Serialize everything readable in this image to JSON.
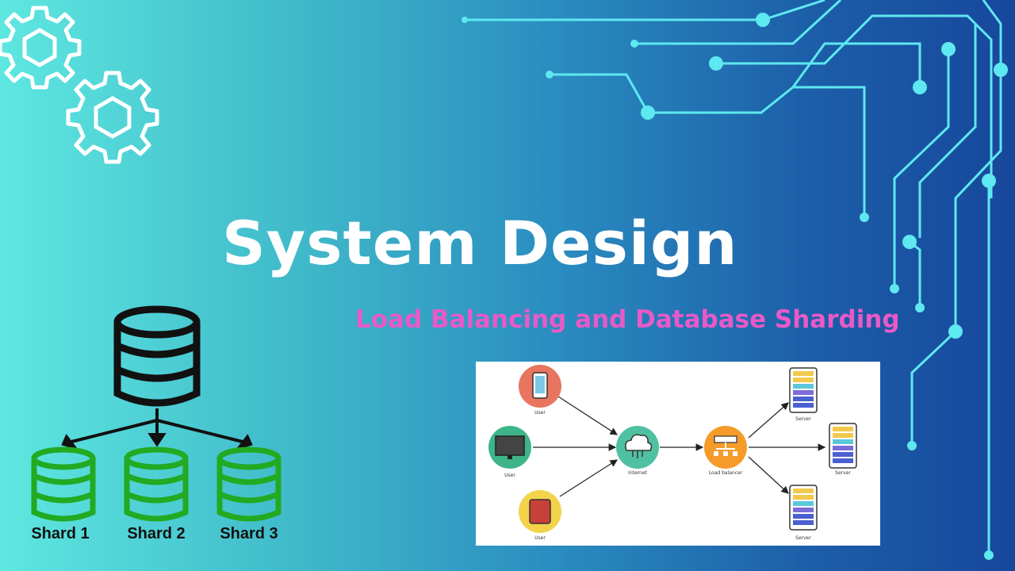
{
  "title": "System Design",
  "subtitle": "Load Balancing and Database Sharding",
  "sharding": {
    "shards": [
      "Shard 1",
      "Shard 2",
      "Shard 3"
    ]
  },
  "load_balancer_diagram": {
    "users": [
      "User",
      "User",
      "User"
    ],
    "internet": "Internet",
    "load_balancer": "Load balancer",
    "servers": [
      "Server",
      "Server",
      "Server"
    ]
  },
  "colors": {
    "title": "#ffffff",
    "subtitle": "#e85ac8",
    "circuit": "#5ee8f0",
    "shard": "#22aa22",
    "database": "#111111"
  }
}
